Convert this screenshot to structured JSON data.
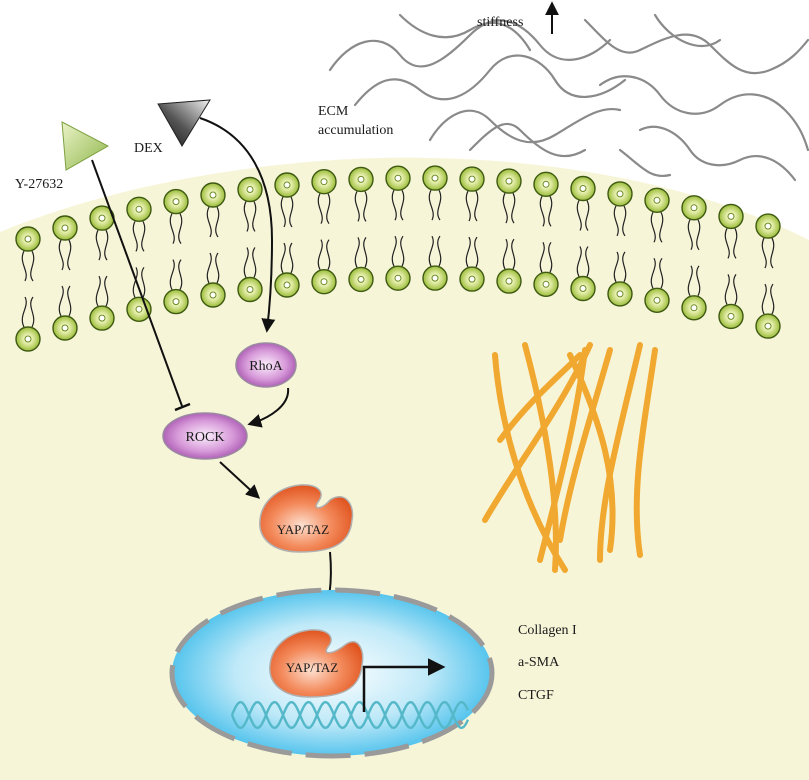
{
  "labels": {
    "stiffness": "stiffness",
    "ecm_line1": "ECM",
    "ecm_line2": "accumulation",
    "dex": "DEX",
    "y27632": "Y-27632",
    "rhoa": "RhoA",
    "rock": "ROCK",
    "yap_taz_cytoplasm": "YAP/TAZ",
    "yap_taz_nucleus": "YAP/TAZ"
  },
  "target_genes": [
    "Collagen I",
    "a-SMA",
    "CTGF"
  ],
  "colors": {
    "cytoplasm": "#f7f5d8",
    "lipid_head": "#9cbd3a",
    "lipid_head_light": "#e8f0b0",
    "lipid_tail": "#222222",
    "ecm_fiber": "#8a8a8a",
    "collagen_fiber": "#f0a830",
    "kinase_purple": "#b462b8",
    "kinase_purple_light": "#ecd4ee",
    "yap_orange": "#e8602e",
    "yap_orange_light": "#f9c4a8",
    "nucleus_blue": "#5cc6ec",
    "nucleus_blue_light": "#d6f1fb",
    "nuclear_envelope": "#9a9a9a",
    "dna": "#55b8c8",
    "y27632_green": "#a8c860",
    "dex_black": "#222222",
    "arrow": "#111111"
  }
}
